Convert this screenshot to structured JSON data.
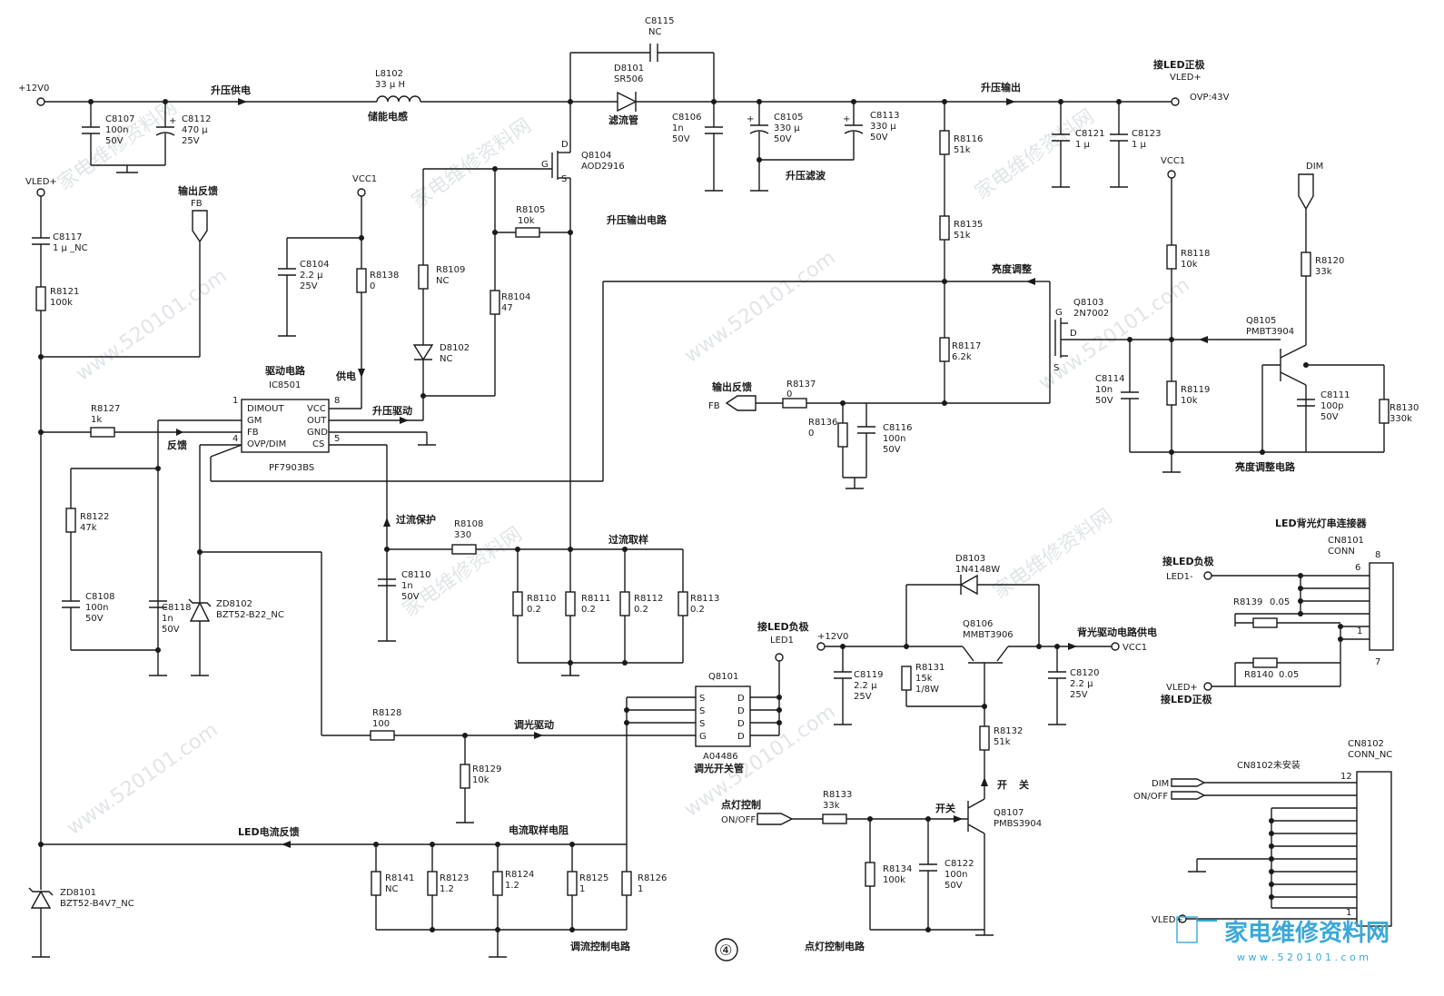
{
  "figure_label": "④",
  "watermarks": [
    "家电维修资料网",
    "www.520101.com"
  ],
  "logo": {
    "text": "家电维修资料网",
    "url": "w w w . 5 2 0 1 0 1 . c o m"
  },
  "nets": {
    "p12v_top": "+12V0",
    "vled_left": "VLED+",
    "fb_in": "输出反馈",
    "fb_in_sub": "FB",
    "vcc1_a": "VCC1",
    "vcc1_b": "VCC1",
    "dim_top": "DIM",
    "vled_out_cn": "接LED正极",
    "vled_out": "VLED+",
    "ovp": "OVP:43V",
    "led1_cn": "接LED负极",
    "led1": "LED1",
    "p12v_mid": "+12V0",
    "vcc1_out": "VCC1",
    "backlight_supply": "背光驱动电路供电",
    "fb_out_cn": "输出反馈",
    "fb_out": "FB",
    "onoff_cn": "点灯控制",
    "onoff": "ON/OFF",
    "conn1_title": "LED背光灯串连接器",
    "conn1_name": "CN8101",
    "conn1_type": "CONN",
    "conn1_neg_cn": "接LED负极",
    "conn1_led1": "LED1-",
    "conn1_vled": "VLED+",
    "conn1_pos_cn": "接LED正极",
    "conn2_name": "CN8102",
    "conn2_type": "CONN_NC",
    "conn2_note": "CN8102未安装",
    "conn2_dim": "DIM",
    "conn2_onoff": "ON/OFF",
    "conn2_vled": "VLED+"
  },
  "labels": {
    "boost_supply": "升压供电",
    "storage_inductor": "储能电感",
    "filter_diode": "滤流管",
    "boost_output": "升压输出",
    "boost_filter": "升压滤波",
    "boost_output_circuit": "升压输出电路",
    "brightness_adjust": "亮度调整",
    "brightness_circuit": "亮度调整电路",
    "driver_circuit": "驱动电路",
    "power_supply": "供电",
    "boost_drive": "升压驱动",
    "feedback": "反馈",
    "overcurrent_protect": "过流保护",
    "overcurrent_sample": "过流取样",
    "dimming_drive": "调光驱动",
    "dimming_switch": "调光开关管",
    "led_current_feedback": "LED电流反馈",
    "current_sense_res": "电流取样电阻",
    "current_control_circuit": "调流控制电路",
    "lamp_control_circuit": "点灯控制电路",
    "switch1": "开",
    "switch2": "关",
    "switch3": "开关"
  },
  "ic": {
    "ref": "IC8501",
    "part": "PF7903BS",
    "pins_left": [
      "DIMOUT",
      "GM",
      "FB",
      "OVP/DIM"
    ],
    "pins_right": [
      "VCC",
      "OUT",
      "GND",
      "CS"
    ],
    "pin1": "1",
    "pin4": "4",
    "pin8": "8",
    "pin5": "5"
  },
  "q8101": {
    "ref": "Q8101",
    "part": "A04486",
    "pins_left": [
      "S",
      "S",
      "S",
      "G"
    ],
    "pins_right": [
      "D",
      "D",
      "D",
      "D"
    ]
  },
  "components": {
    "C8115": [
      "C8115",
      "NC"
    ],
    "L8102": [
      "L8102",
      "33 μ H"
    ],
    "D8101": [
      "D8101",
      "SR506"
    ],
    "C8107": [
      "C8107",
      "100n",
      "50V"
    ],
    "C8112": [
      "C8112",
      "470 μ",
      "25V"
    ],
    "C8106": [
      "C8106",
      "1n",
      "50V"
    ],
    "C8105": [
      "C8105",
      "330 μ",
      "50V"
    ],
    "C8113": [
      "C8113",
      "330 μ",
      "50V"
    ],
    "C8121": [
      "C8121",
      "1 μ"
    ],
    "C8123": [
      "C8123",
      "1 μ"
    ],
    "Q8104": [
      "Q8104",
      "AOD2916"
    ],
    "Q8104_pins": [
      "D",
      "G",
      "S"
    ],
    "C8117": [
      "C8117",
      "1 μ _NC"
    ],
    "R8121": [
      "R8121",
      "100k"
    ],
    "C8104": [
      "C8104",
      "2.2 μ",
      "25V"
    ],
    "R8138": [
      "R8138",
      "0"
    ],
    "R8109": [
      "R8109",
      "NC"
    ],
    "R8105": [
      "R8105",
      "10k"
    ],
    "R8104": [
      "R8104",
      "47"
    ],
    "D8102": [
      "D8102",
      "NC"
    ],
    "R8116": [
      "R8116",
      "51k"
    ],
    "R8135": [
      "R8135",
      "51k"
    ],
    "R8117": [
      "R8117",
      "6.2k"
    ],
    "R8118": [
      "R8118",
      "10k"
    ],
    "R8119": [
      "R8119",
      "10k"
    ],
    "R8120": [
      "R8120",
      "33k"
    ],
    "R8130": [
      "R8130",
      "330k"
    ],
    "C8114": [
      "C8114",
      "10n",
      "50V"
    ],
    "C8111": [
      "C8111",
      "100p",
      "50V"
    ],
    "Q8103": [
      "Q8103",
      "2N7002"
    ],
    "Q8103_pins": [
      "G",
      "D",
      "S"
    ],
    "Q8105": [
      "Q8105",
      "PMBT3904"
    ],
    "R8137": [
      "R8137",
      "0"
    ],
    "R8136": [
      "R8136",
      "0"
    ],
    "C8116": [
      "C8116",
      "100n",
      "50V"
    ],
    "R8127": [
      "R8127",
      "1k"
    ],
    "R8122": [
      "R8122",
      "47k"
    ],
    "C8108": [
      "C8108",
      "100n",
      "50V"
    ],
    "C8118": [
      "C8118",
      "1n",
      "50V"
    ],
    "ZD8102": [
      "ZD8102",
      "BZT52-B22_NC"
    ],
    "R8108": [
      "R8108",
      "330"
    ],
    "C8110": [
      "C8110",
      "1n",
      "50V"
    ],
    "R8110": [
      "R8110",
      "0.2"
    ],
    "R8111": [
      "R8111",
      "0.2"
    ],
    "R8112": [
      "R8112",
      "0.2"
    ],
    "R8113": [
      "R8113",
      "0.2"
    ],
    "R8128": [
      "R8128",
      "100"
    ],
    "R8129": [
      "R8129",
      "10k"
    ],
    "ZD8101": [
      "ZD8101",
      "BZT52-B4V7_NC"
    ],
    "R8141": [
      "R8141",
      "NC"
    ],
    "R8123": [
      "R8123",
      "1.2"
    ],
    "R8124": [
      "R8124",
      "1.2"
    ],
    "R8125": [
      "R8125",
      "1"
    ],
    "R8126": [
      "R8126",
      "1"
    ],
    "D8103": [
      "D8103",
      "1N4148W"
    ],
    "Q8106": [
      "Q8106",
      "MMBT3906"
    ],
    "C8119": [
      "C8119",
      "2.2 μ",
      "25V"
    ],
    "R8131": [
      "R8131",
      "15k",
      "1/8W"
    ],
    "C8120": [
      "C8120",
      "2.2 μ",
      "25V"
    ],
    "R8132": [
      "R8132",
      "51k"
    ],
    "Q8107": [
      "Q8107",
      "PMBS3904"
    ],
    "R8133": [
      "R8133",
      "33k"
    ],
    "R8134": [
      "R8134",
      "100k"
    ],
    "C8122": [
      "C8122",
      "100n",
      "50V"
    ],
    "R8139": [
      "R8139",
      "0.05"
    ],
    "R8140": [
      "R8140",
      "0.05"
    ]
  },
  "conn1_pins": {
    "p8": "8",
    "p6": "6",
    "p1": "1",
    "p7": "7"
  },
  "conn2_pins": {
    "p12": "12",
    "p1": "1"
  }
}
